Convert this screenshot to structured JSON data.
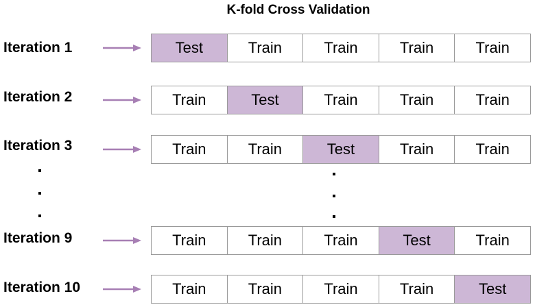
{
  "title": "K-fold Cross Validation",
  "colors": {
    "test_fill": "#cdb7d6",
    "train_fill": "#ffffff",
    "arrow": "#a77fb4",
    "border": "#999999"
  },
  "iterations": [
    {
      "label": "Iteration 1",
      "folds": [
        "Test",
        "Train",
        "Train",
        "Train",
        "Train"
      ]
    },
    {
      "label": "Iteration 2",
      "folds": [
        "Train",
        "Test",
        "Train",
        "Train",
        "Train"
      ]
    },
    {
      "label": "Iteration 3",
      "folds": [
        "Train",
        "Train",
        "Test",
        "Train",
        "Train"
      ]
    },
    {
      "label": "Iteration 9",
      "folds": [
        "Train",
        "Train",
        "Train",
        "Test",
        "Train"
      ]
    },
    {
      "label": "Iteration 10",
      "folds": [
        "Train",
        "Train",
        "Train",
        "Train",
        "Test"
      ]
    }
  ],
  "ellipsis": "vertical-dots"
}
